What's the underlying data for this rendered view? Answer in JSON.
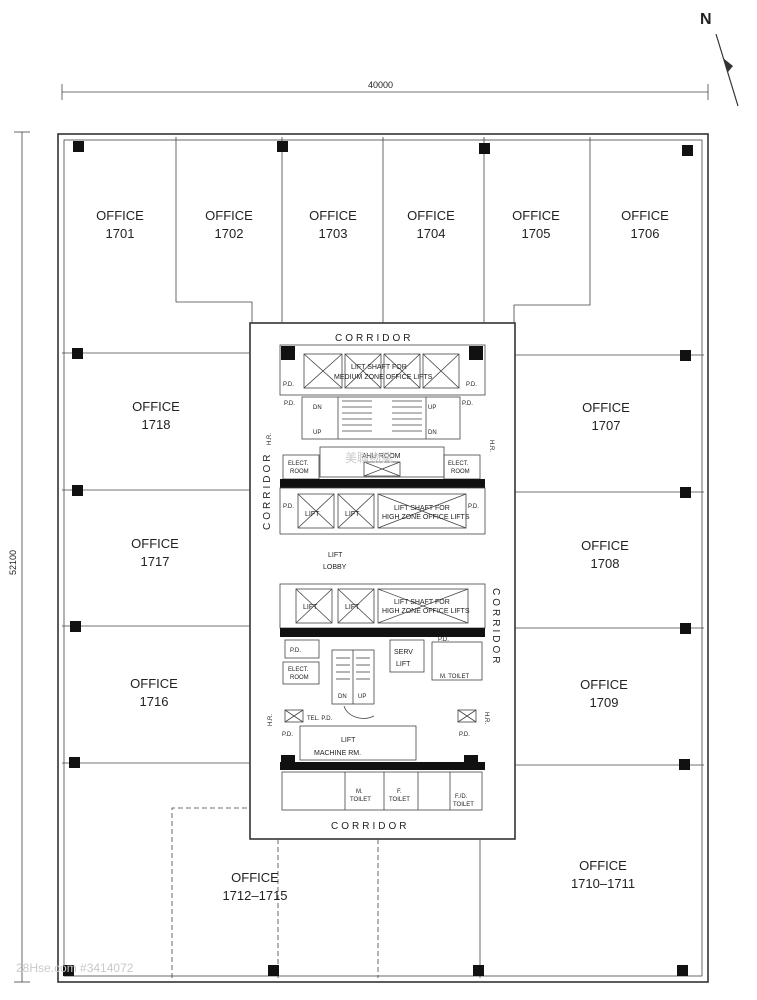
{
  "north_label": "N",
  "dimensions": {
    "width": "40000",
    "height": "52100"
  },
  "offices": [
    {
      "id": "1701",
      "label": "OFFICE",
      "number": "1701"
    },
    {
      "id": "1702",
      "label": "OFFICE",
      "number": "1702"
    },
    {
      "id": "1703",
      "label": "OFFICE",
      "number": "1703"
    },
    {
      "id": "1704",
      "label": "OFFICE",
      "number": "1704"
    },
    {
      "id": "1705",
      "label": "OFFICE",
      "number": "1705"
    },
    {
      "id": "1706",
      "label": "OFFICE",
      "number": "1706"
    },
    {
      "id": "1707",
      "label": "OFFICE",
      "number": "1707"
    },
    {
      "id": "1708",
      "label": "OFFICE",
      "number": "1708"
    },
    {
      "id": "1709",
      "label": "OFFICE",
      "number": "1709"
    },
    {
      "id": "1710-1711",
      "label": "OFFICE",
      "number": "1710–1711"
    },
    {
      "id": "1712-1715",
      "label": "OFFICE",
      "number": "1712–1715"
    },
    {
      "id": "1716",
      "label": "OFFICE",
      "number": "1716"
    },
    {
      "id": "1717",
      "label": "OFFICE",
      "number": "1717"
    },
    {
      "id": "1718",
      "label": "OFFICE",
      "number": "1718"
    }
  ],
  "corridors": {
    "top": "CORRIDOR",
    "bottom": "CORRIDOR",
    "left": "CORRIDOR",
    "right": "CORRIDOR"
  },
  "core": {
    "lift_lobby_1": "LIFT",
    "lift_lobby_2": "LOBBY",
    "lift_shaft_medium_1": "LIFT SHAFT FOR",
    "lift_shaft_medium_2": "MEDIUM ZONE OFFICE LIFTS",
    "lift_shaft_high_a_1": "LIFT SHAFT FOR",
    "lift_shaft_high_a_2": "HIGH ZONE OFFICE LIFTS",
    "lift_shaft_high_b_1": "LIFT SHAFT FOR",
    "lift_shaft_high_b_2": "HIGH ZONE OFFICE LIFTS",
    "lift": "LIFT",
    "ahu_room": "AHU ROOM",
    "elect_room_1": "ELECT.",
    "elect_room_2": "ROOM",
    "serv_lift_1": "SERV",
    "serv_lift_2": "LIFT",
    "machine_room_1": "LIFT",
    "machine_room_2": "MACHINE RM.",
    "pd": "P.D.",
    "tel_pd": "TEL. P.D.",
    "hr": "H.R.",
    "up": "UP",
    "dn": "DN",
    "m_toilet_1": "M.",
    "m_toilet_2": "TOILET",
    "f_toilet_1": "F.",
    "f_toilet_2": "TOILET",
    "fd_toilet_1": "F./D.",
    "fd_toilet_2": "TOILET",
    "m_toilet_inline": "M. TOILET"
  },
  "watermarks": {
    "listing": "28Hse.com #3414072",
    "center": "美聯物業"
  }
}
